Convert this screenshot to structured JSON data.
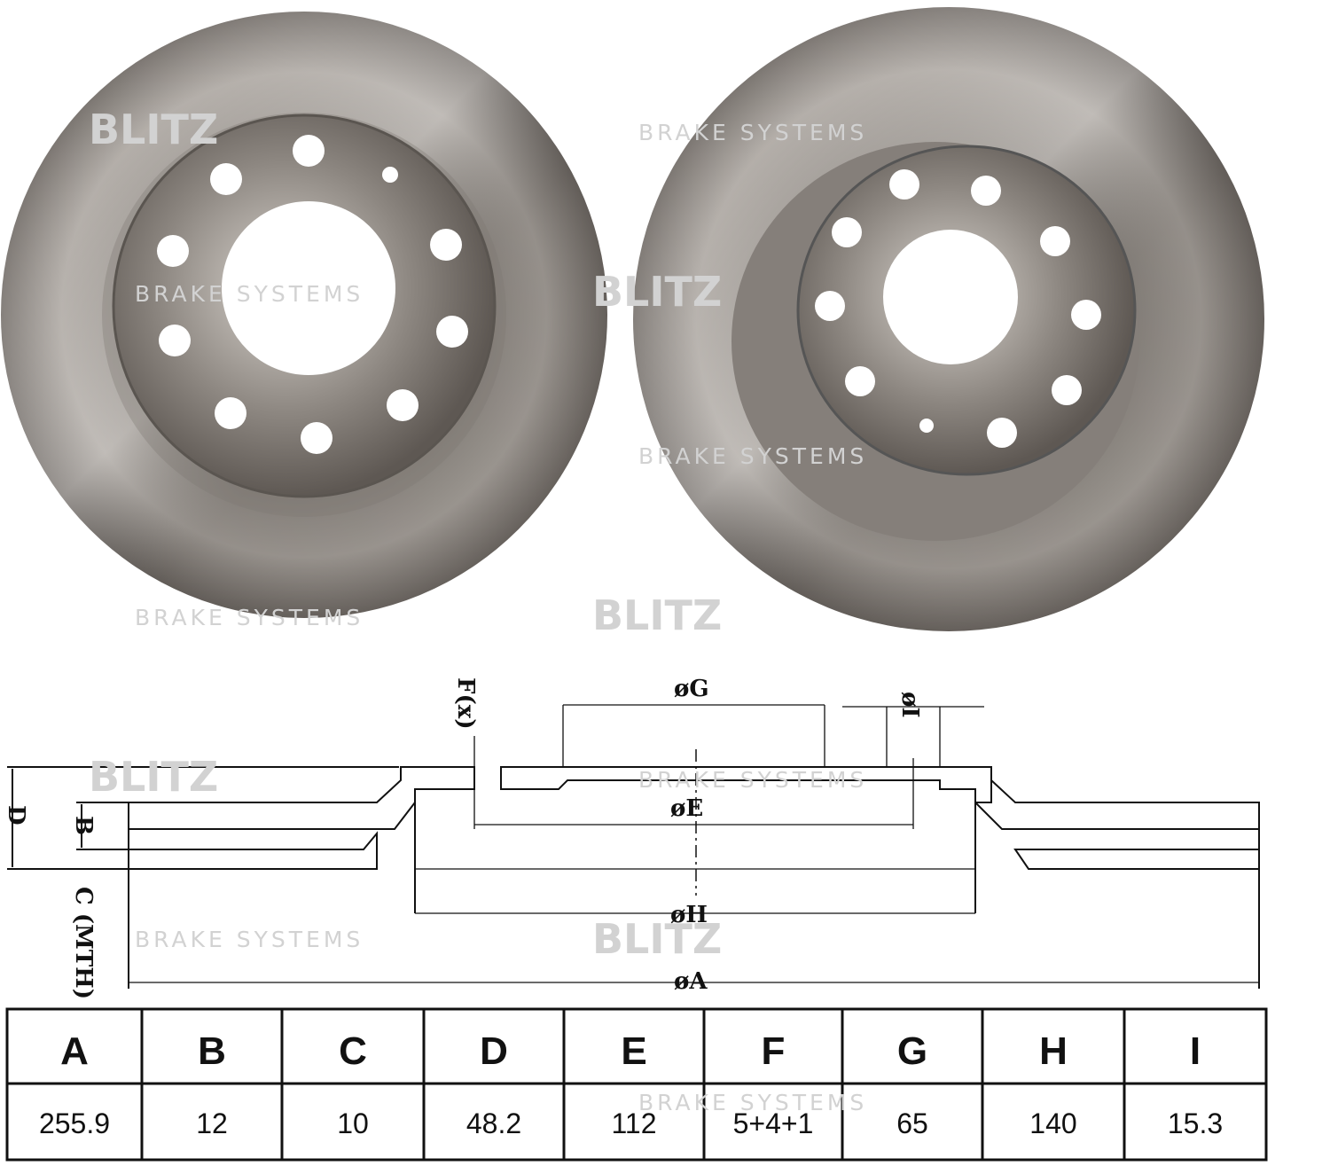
{
  "watermark": {
    "brand": "BLITZ",
    "tagline": "BRAKE SYSTEMS"
  },
  "photos": [
    {
      "name": "disc-front-view",
      "description": "brake disc hat side with 10 bolt holes"
    },
    {
      "name": "disc-angled-view",
      "description": "brake disc angled view"
    }
  ],
  "drawing": {
    "labels": {
      "A": "øA",
      "B": "B",
      "C": "C (MTH)",
      "D": "D",
      "E": "øE",
      "F": "F(x)",
      "G": "øG",
      "H": "øH",
      "I": "øI"
    }
  },
  "spec_table": {
    "headers": [
      "A",
      "B",
      "C",
      "D",
      "E",
      "F",
      "G",
      "H",
      "I"
    ],
    "values": [
      "255.9",
      "12",
      "10",
      "48.2",
      "112",
      "5+4+1",
      "65",
      "140",
      "15.3"
    ]
  },
  "colors": {
    "metal_dark": "#6e6863",
    "metal_mid": "#9b958f",
    "metal_light": "#cfcac4",
    "watermark": "#d2d2d2"
  }
}
